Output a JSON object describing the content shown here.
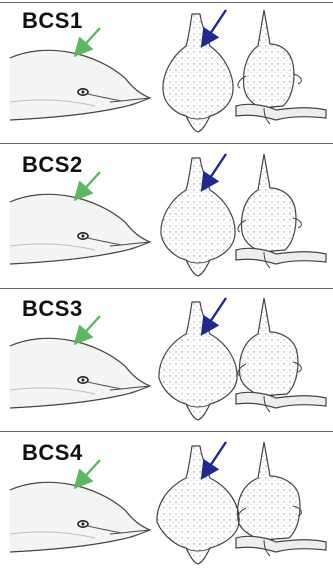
{
  "panels": [
    {
      "label": "BCS1"
    },
    {
      "label": "BCS2"
    },
    {
      "label": "BCS3"
    },
    {
      "label": "BCS4"
    }
  ],
  "colors": {
    "head_arrow": "#5cb85c",
    "body_arrow": "#1f2a8c",
    "outline": "#444444",
    "separator": "#6a6a6a"
  }
}
